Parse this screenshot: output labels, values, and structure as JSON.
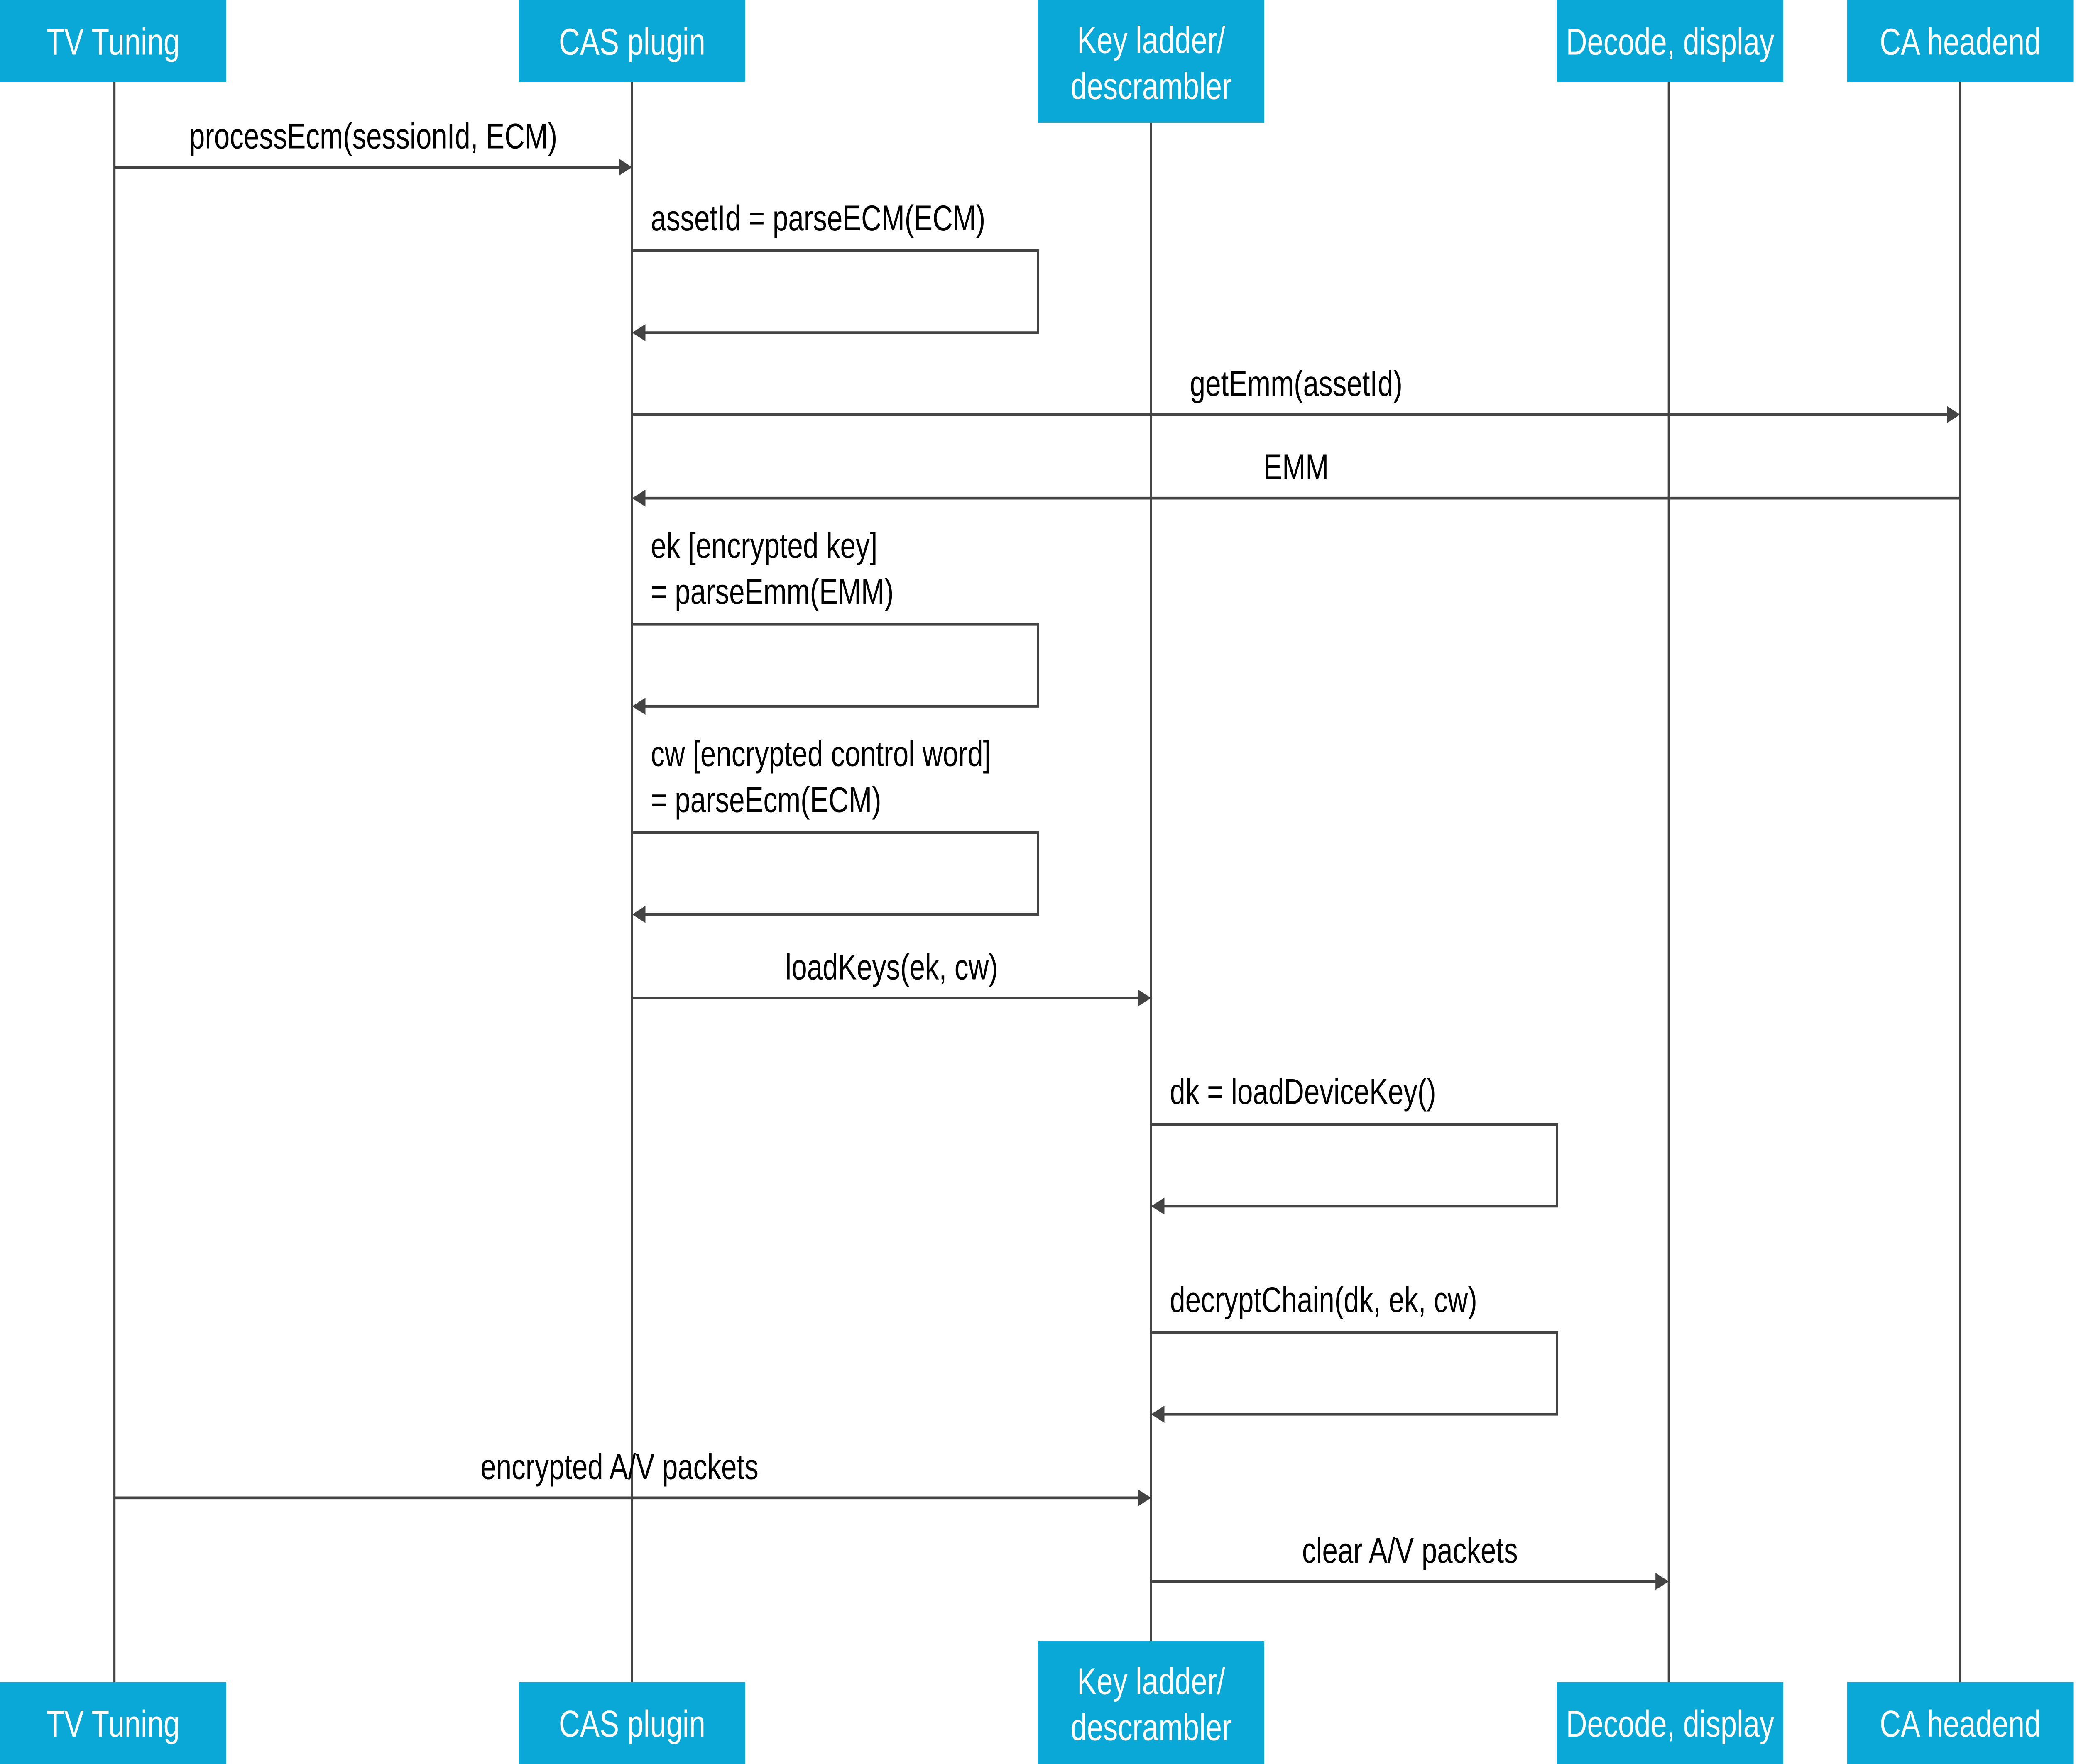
{
  "colors": {
    "header_fill": "#0aa8d6",
    "header_text": "#ffffff",
    "line": "#444444",
    "label": "#000000"
  },
  "participants": [
    {
      "id": "tv",
      "lines": [
        "TV Tuning"
      ]
    },
    {
      "id": "cas",
      "lines": [
        "CAS plugin"
      ]
    },
    {
      "id": "key",
      "lines": [
        "Key ladder/",
        "descrambler"
      ]
    },
    {
      "id": "decode",
      "lines": [
        "Decode, display"
      ]
    },
    {
      "id": "headend",
      "lines": [
        "CA headend"
      ]
    }
  ],
  "messages": [
    {
      "from": 0,
      "to": 1,
      "lines": [
        "processEcm(sessionId, ECM)"
      ]
    },
    {
      "from": 1,
      "to": 1,
      "lines": [
        "assetId = parseECM(ECM)"
      ]
    },
    {
      "from": 1,
      "to": 4,
      "lines": [
        "getEmm(assetId)"
      ]
    },
    {
      "from": 4,
      "to": 1,
      "lines": [
        "EMM"
      ]
    },
    {
      "from": 1,
      "to": 1,
      "lines": [
        "ek [encrypted key]",
        "= parseEmm(EMM)"
      ]
    },
    {
      "from": 1,
      "to": 1,
      "lines": [
        "cw [encrypted control word]",
        "= parseEcm(ECM)"
      ]
    },
    {
      "from": 1,
      "to": 2,
      "lines": [
        "loadKeys(ek, cw)"
      ]
    },
    {
      "from": 2,
      "to": 2,
      "lines": [
        "dk = loadDeviceKey()"
      ]
    },
    {
      "from": 2,
      "to": 2,
      "lines": [
        "decryptChain(dk, ek, cw)"
      ]
    },
    {
      "from": 0,
      "to": 2,
      "lines": [
        "encrypted A/V packets"
      ]
    },
    {
      "from": 2,
      "to": 3,
      "lines": [
        "clear A/V packets"
      ]
    }
  ]
}
